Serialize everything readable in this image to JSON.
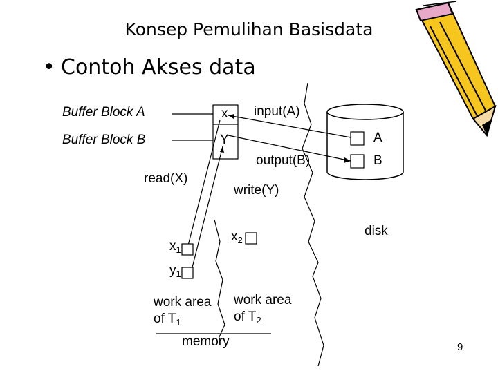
{
  "slide": {
    "title": "Konsep Pemulihan Basisdata",
    "bullet": "Contoh Akses data",
    "page_number": "9"
  },
  "buffers": {
    "block_a": "Buffer Block A",
    "block_b": "Buffer Block B",
    "cell_a": "x",
    "cell_b": "Y"
  },
  "operations": {
    "input": "input(A)",
    "output": "output(B)",
    "read": "read(X)",
    "write": "write(Y)"
  },
  "disk": {
    "label": "disk",
    "block_a": "A",
    "block_b": "B"
  },
  "memory": {
    "label": "memory",
    "t1": {
      "x_var": "x",
      "x_sub": "1",
      "y_var": "y",
      "y_sub": "1",
      "area_line1": "work area",
      "area_line2": "of T",
      "area_sub": "1"
    },
    "t2": {
      "x_var": "x",
      "x_sub": "2",
      "area_line1": "work area",
      "area_line2": "of T",
      "area_sub": "2"
    }
  },
  "icons": {
    "decoration": "pencil-icon"
  }
}
